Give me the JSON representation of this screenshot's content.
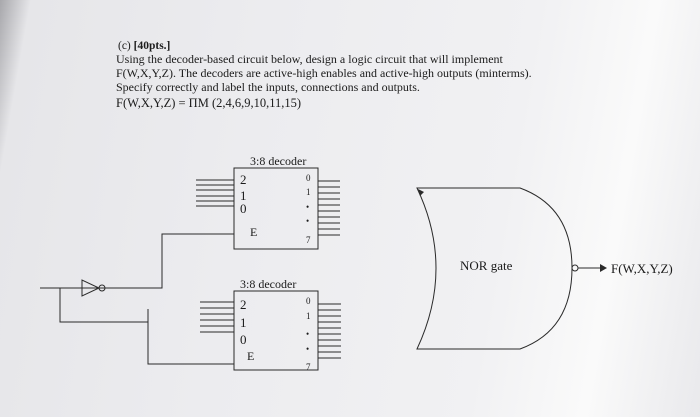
{
  "question": {
    "label": "(c)",
    "points": "[40pts.]",
    "lines": [
      "Using the decoder-based circuit below, design a logic circuit that will implement",
      "F(W,X,Y,Z). The decoders are active-high enables and active-high outputs (minterms).",
      "Specify correctly and label the inputs, connections and outputs."
    ],
    "formula": "F(W,X,Y,Z) = ΠM (2,4,6,9,10,11,15)"
  },
  "decoders": [
    {
      "title": "3:8 decoder",
      "inputs": [
        "2",
        "1",
        "0"
      ],
      "enable": "E",
      "outputs": [
        "0",
        "1",
        "•",
        "•",
        "7"
      ]
    },
    {
      "title": "3:8 decoder",
      "inputs": [
        "2",
        "1",
        "0"
      ],
      "enable": "E",
      "outputs": [
        "0",
        "1",
        "•",
        "•",
        "7"
      ]
    }
  ],
  "gate": {
    "label": "NOR gate"
  },
  "output": {
    "label": "F(W,X,Y,Z)"
  }
}
